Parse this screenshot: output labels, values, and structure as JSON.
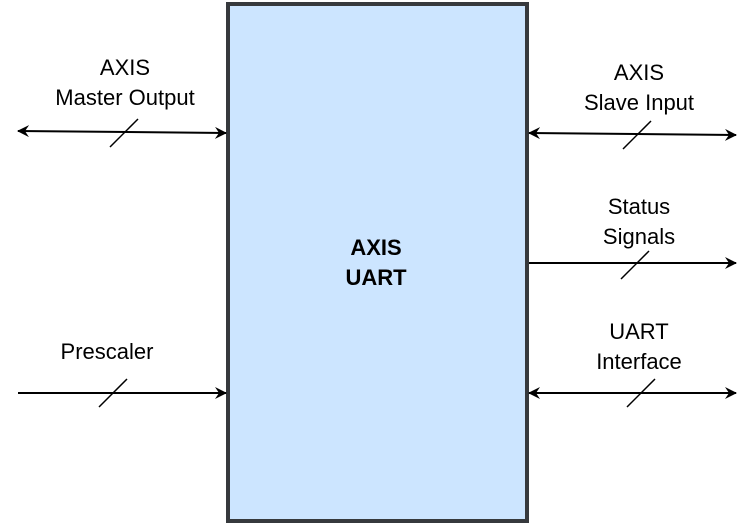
{
  "colors": {
    "block_fill": "#cce5ff",
    "block_stroke": "#36393d",
    "line": "#000000"
  },
  "block": {
    "title_line1": "AXIS",
    "title_line2": "UART"
  },
  "ports": {
    "axis_master_output": {
      "line1": "AXIS",
      "line2": "Master Output",
      "direction": "bidirectional",
      "bus": true
    },
    "prescaler": {
      "line1": "Prescaler",
      "direction": "input",
      "bus": true
    },
    "axis_slave_input": {
      "line1": "AXIS",
      "line2": "Slave Input",
      "direction": "bidirectional",
      "bus": true
    },
    "status_signals": {
      "line1": "Status",
      "line2": "Signals",
      "direction": "output",
      "bus": true
    },
    "uart_interface": {
      "line1": "UART",
      "line2": "Interface",
      "direction": "bidirectional",
      "bus": true
    }
  }
}
